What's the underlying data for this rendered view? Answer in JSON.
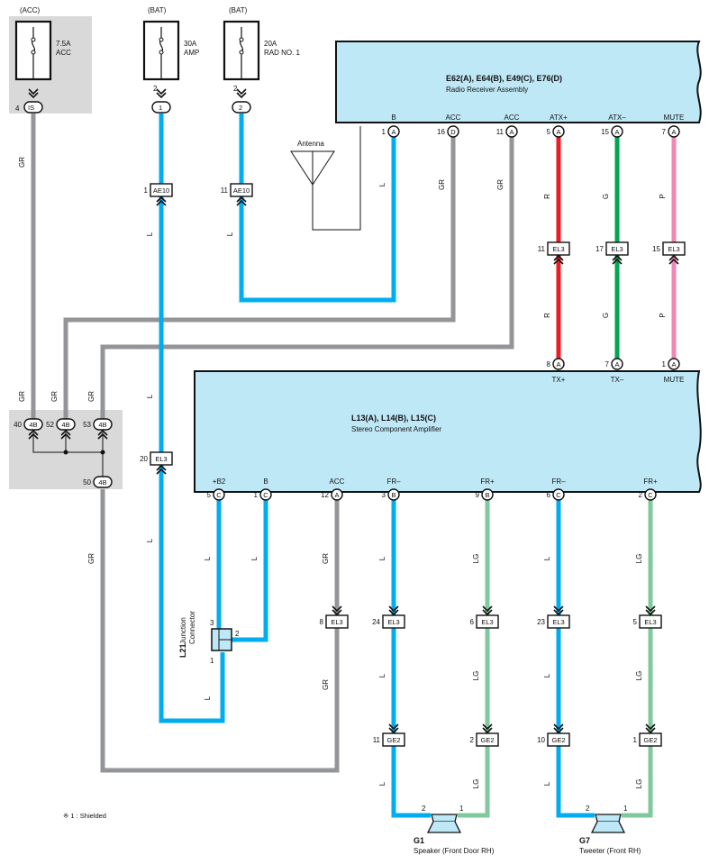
{
  "fuses": {
    "acc": {
      "source": "(ACC)",
      "rating": "7.5A",
      "name": "ACC",
      "pin": "4",
      "connector": "IS"
    },
    "amp": {
      "source": "(BAT)",
      "rating": "30A",
      "name": "AMP",
      "pin": "2",
      "connector": "1"
    },
    "rad": {
      "source": "(BAT)",
      "rating": "20A",
      "name": "RAD NO. 1",
      "pin": "2",
      "connector": "2"
    }
  },
  "radio": {
    "title": "E62(A), E64(B), E49(C), E76(D)",
    "subtitle": "Radio Receiver Assembly",
    "pins": [
      {
        "name": "B",
        "num": "1",
        "conn": "A"
      },
      {
        "name": "ACC",
        "num": "16",
        "conn": "D"
      },
      {
        "name": "ACC",
        "num": "11",
        "conn": "A"
      },
      {
        "name": "ATX+",
        "num": "5",
        "conn": "A"
      },
      {
        "name": "ATX–",
        "num": "15",
        "conn": "A"
      },
      {
        "name": "MUTE",
        "num": "7",
        "conn": "A"
      }
    ]
  },
  "antenna": {
    "label": "Antenna"
  },
  "amplifier": {
    "title": "L13(A), L14(B), L15(C)",
    "subtitle": "Stereo Component Amplifier",
    "top_pins": [
      {
        "name": "TX+",
        "num": "8",
        "conn": "A"
      },
      {
        "name": "TX–",
        "num": "7",
        "conn": "A"
      },
      {
        "name": "MUTE",
        "num": "1",
        "conn": "A"
      }
    ],
    "bottom_pins": [
      {
        "name": "+B2",
        "num": "5",
        "conn": "C"
      },
      {
        "name": "B",
        "num": "1",
        "conn": "C"
      },
      {
        "name": "ACC",
        "num": "12",
        "conn": "A"
      },
      {
        "name": "FR–",
        "num": "3",
        "conn": "B"
      },
      {
        "name": "FR+",
        "num": "9",
        "conn": "B"
      },
      {
        "name": "FR–",
        "num": "6",
        "conn": "C"
      },
      {
        "name": "FR+",
        "num": "2",
        "conn": "C"
      }
    ]
  },
  "junction_block": {
    "pins": [
      "40",
      "52",
      "53",
      "50"
    ],
    "conn": "4B"
  },
  "inline_connectors": {
    "ae10_1": {
      "num": "1",
      "label": "AE10"
    },
    "ae10_2": {
      "num": "11",
      "label": "AE10"
    },
    "el3_11": {
      "num": "11",
      "label": "EL3"
    },
    "el3_17": {
      "num": "17",
      "label": "EL3"
    },
    "el3_15": {
      "num": "15",
      "label": "EL3"
    },
    "el3_20": {
      "num": "20",
      "label": "EL3"
    },
    "el3_8": {
      "num": "8",
      "label": "EL3"
    },
    "el3_24": {
      "num": "24",
      "label": "EL3"
    },
    "el3_6": {
      "num": "6",
      "label": "EL3"
    },
    "el3_23": {
      "num": "23",
      "label": "EL3"
    },
    "el3_5": {
      "num": "5",
      "label": "EL3"
    },
    "ge2_11": {
      "num": "11",
      "label": "GE2"
    },
    "ge2_2": {
      "num": "2",
      "label": "GE2"
    },
    "ge2_10": {
      "num": "10",
      "label": "GE2"
    },
    "ge2_1": {
      "num": "1",
      "label": "GE2"
    }
  },
  "junction_connector": {
    "id": "L21",
    "name": "Junction",
    "name2": "Connector",
    "pins": [
      "3",
      "2",
      "1"
    ]
  },
  "wire_colors": {
    "GR": "GR",
    "L": "L",
    "R": "R",
    "G": "G",
    "P": "P",
    "LG": "LG"
  },
  "colors": {
    "GR": "#939598",
    "L": "#00aeef",
    "R": "#ed1c24",
    "G": "#00a651",
    "P": "#f287b7",
    "LG": "#7fc99c",
    "box": "#bfe8f7",
    "shade": "#d9d9da"
  },
  "speakers": [
    {
      "id": "G1",
      "name": "Speaker (Front Door RH)",
      "pin_l": "2",
      "pin_r": "1"
    },
    {
      "id": "G7",
      "name": "Tweeter (Front RH)",
      "pin_l": "2",
      "pin_r": "1"
    }
  ],
  "footnote": "※ 1 : Shielded"
}
